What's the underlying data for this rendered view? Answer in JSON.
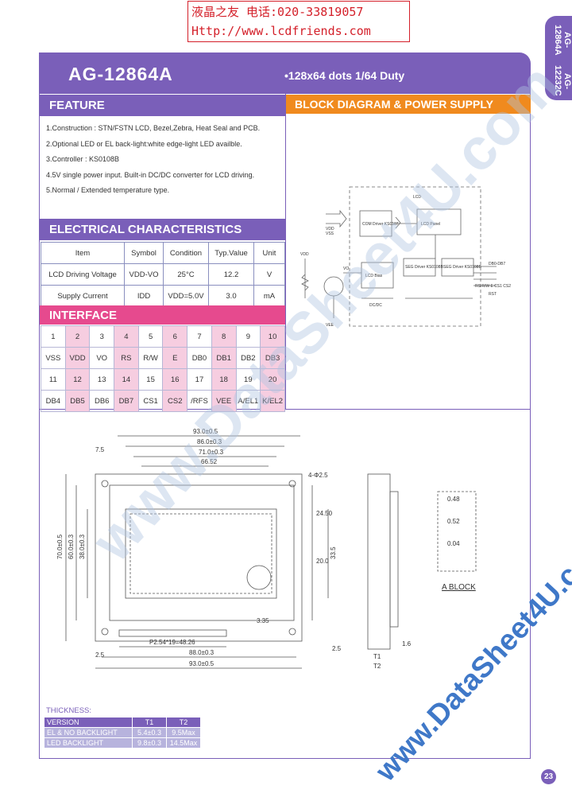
{
  "stamp": {
    "line1": "液晶之友 电话:020-33819057",
    "line2": "Http://www.lcdfriends.com"
  },
  "side_tab": {
    "model1": "AG-12864A",
    "model2": "AG-12232C"
  },
  "header": {
    "model": "AG-12864A",
    "spec": "•128x64 dots 1/64 Duty"
  },
  "feature": {
    "title": "FEATURE",
    "items": [
      "1.Construction : STN/FSTN LCD, Bezel,Zebra, Heat Seal and PCB.",
      "2.Optional LED  or  EL  back-light:white edge-light LED availble.",
      "3.Controller : KS0108B",
      "4.5V single power input. Built-in DC/DC converter for  LCD driving.",
      "5.Normal / Extended  temperature  type."
    ]
  },
  "block": {
    "title": "BLOCK  DIAGRAM & POWER  SUPPLY",
    "labels": {
      "lcd": "LCD",
      "com_driver": "COM Driver KS0107",
      "vdd_in": "VDD",
      "vss_in": "VSS",
      "vdd": "VDD",
      "vo": "VO",
      "lcd_panel": "LCD Panel",
      "lcd_bias": "LCD Bias",
      "seg1": "SEG Driver KS0108B",
      "seg2": "SEG Driver KS0108B",
      "db": "DB0-DB7",
      "ctrl": "RS R/W E CS1 CS2",
      "rst": "RST",
      "vee": "VEE",
      "dcdc": "DC/DC"
    }
  },
  "electrical": {
    "title": "ELECTRICAL  CHARACTERISTICS",
    "headers": [
      "Item",
      "Symbol",
      "Condition",
      "Typ.Value",
      "Unit"
    ],
    "rows": [
      [
        "LCD Driving Voltage",
        "VDD-VO",
        "25°C",
        "12.2",
        "V"
      ],
      [
        "Supply Current",
        "IDD",
        "VDD=5.0V",
        "3.0",
        "mA"
      ]
    ]
  },
  "interface": {
    "title": "INTERFACE",
    "pins1": [
      "1",
      "2",
      "3",
      "4",
      "5",
      "6",
      "7",
      "8",
      "9",
      "10"
    ],
    "names1": [
      "VSS",
      "VDD",
      "VO",
      "RS",
      "R/W",
      "E",
      "DB0",
      "DB1",
      "DB2",
      "DB3"
    ],
    "pins2": [
      "11",
      "12",
      "13",
      "14",
      "15",
      "16",
      "17",
      "18",
      "19",
      "20"
    ],
    "names2": [
      "DB4",
      "DB5",
      "DB6",
      "DB7",
      "CS1",
      "CS2",
      "/RFS",
      "VEE",
      "A/EL1",
      "K/EL2"
    ]
  },
  "drawing": {
    "dims": {
      "w_outer": "93.0±0.5",
      "w_bezel": "86.0±0.3",
      "w_va": "71.0±0.3",
      "w_aa": "66.52",
      "h_outer": "70.0±0.5",
      "h_bezel": "60.0±0.3",
      "h_va": "38.0±0.3",
      "h_aa": "33.5",
      "pitch": "P2.54*19=48.26",
      "pcb": "88.0±0.3",
      "pcb2": "93.0±0.5",
      "left1": "7.5",
      "left2": "2.5",
      "hole": "4-Φ2.5",
      "side1": "24.50",
      "side2": "20.0",
      "side3": "3.35",
      "side4": "1.6",
      "side5": "2.5",
      "t": "T1",
      "t2": "T2"
    },
    "a_block_label": "A  BLOCK",
    "a_block_dims": [
      "0.48",
      "0.52",
      "0.04"
    ]
  },
  "thickness": {
    "title": "THICKNESS:",
    "headers": [
      "VERSION",
      "T1",
      "T2"
    ],
    "rows": [
      [
        "EL & NO BACKLIGHT",
        "5.4±0.3",
        "9.5Max"
      ],
      [
        "LED BACKLIGHT",
        "9.8±0.3",
        "14.5Max"
      ]
    ]
  },
  "watermark": {
    "main": "www.DataSheet4U.com",
    "corner": "www.DataSheet4U.com"
  },
  "page_number": "23",
  "colors": {
    "accent": "#7a5fb9",
    "orange": "#f08a1e",
    "pink": "#e64a8e",
    "stamp": "#d4202a"
  }
}
